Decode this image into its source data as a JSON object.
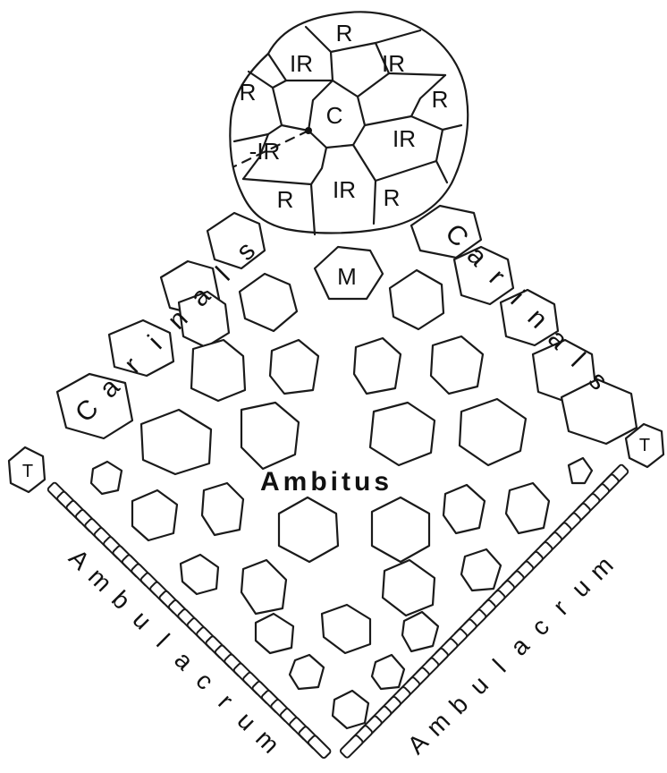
{
  "apical_disc": {
    "labels": {
      "R_top": "R",
      "IR_upper_left": "IR",
      "IR_upper_right": "IR",
      "R_left": "R",
      "C": "C",
      "R_right": "R",
      "IR_left": "-IR",
      "IR_right": "IR",
      "R_bottom_left": "R",
      "IR_bottom": "IR",
      "R_bottom_right": "R"
    }
  },
  "madreporite_label": "M",
  "ambitus_label": "Ambitus",
  "carinals_left": [
    "C",
    "a",
    "r",
    "i",
    "n",
    "a",
    "l",
    "s"
  ],
  "carinals_right": [
    "C",
    "a",
    "r",
    "i",
    "n",
    "a",
    "l",
    "s"
  ],
  "terminal_left": "T",
  "terminal_right": "T",
  "ambulacrum_left": [
    "A",
    "m",
    "b",
    "u",
    "l",
    "a",
    "c",
    "r",
    "u",
    "m"
  ],
  "ambulacrum_right": [
    "A",
    "m",
    "b",
    "u",
    "l",
    "a",
    "c",
    "r",
    "u",
    "m"
  ]
}
